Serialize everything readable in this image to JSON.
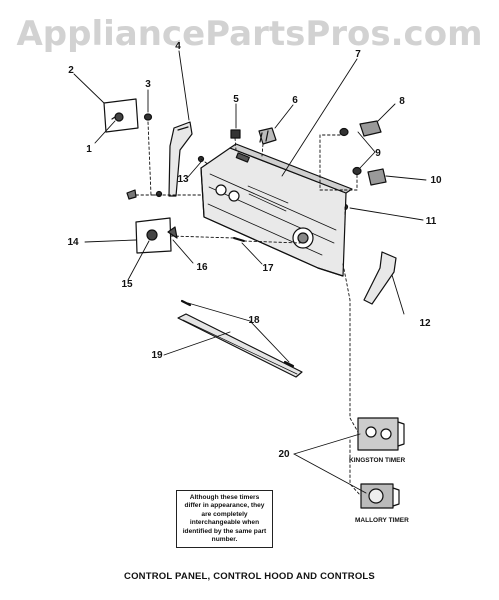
{
  "watermark": "AppliancePartsPros.com",
  "callouts": [
    "1",
    "2",
    "3",
    "4",
    "5",
    "6",
    "7",
    "8",
    "9",
    "10",
    "11",
    "12",
    "13",
    "14",
    "15",
    "16",
    "17",
    "18",
    "19",
    "20"
  ],
  "labels": {
    "kingston": "KINGSTON TIMER",
    "mallory": "MALLORY TIMER"
  },
  "note": "Although these timers differ in appearance, they are completely interchangeable when identified by the same part number.",
  "caption": "CONTROL PANEL, CONTROL HOOD AND CONTROLS"
}
